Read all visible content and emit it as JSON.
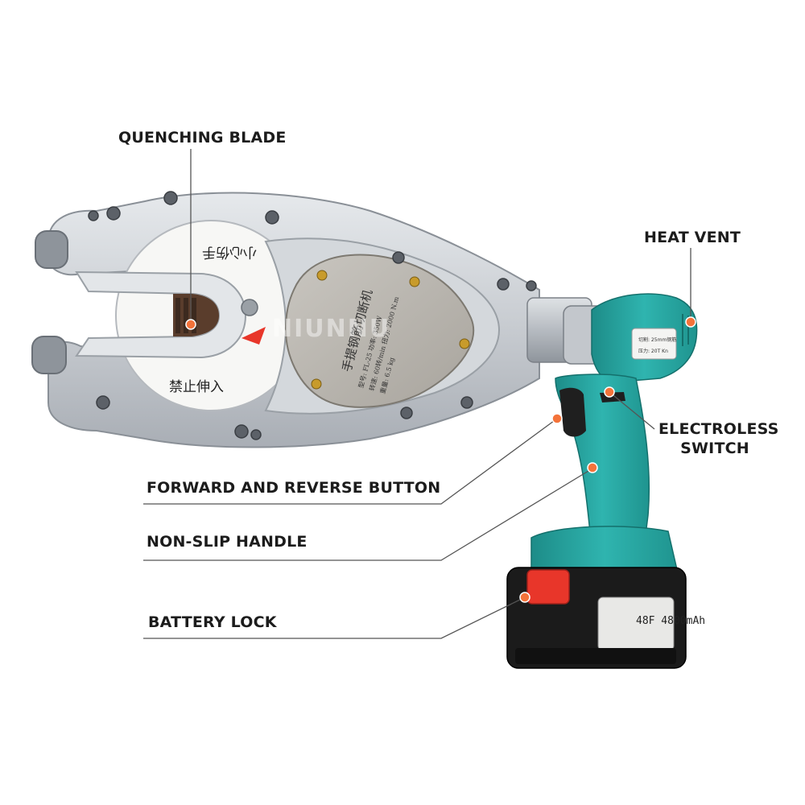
{
  "callouts": {
    "quenching_blade": "QUENCHING BLADE",
    "heat_vent": "HEAT VENT",
    "electroless_switch_line1": "ELECTROLESS",
    "electroless_switch_line2": "SWITCH",
    "forward_reverse": "FORWARD AND REVERSE BUTTON",
    "non_slip_handle": "NON-SLIP HANDLE",
    "battery_lock": "BATTERY LOCK"
  },
  "tool": {
    "battery_label": "48F 4800mAh",
    "warning_text_top": "小心伤手",
    "warning_text_bottom": "禁止伸入",
    "plate_title": "手提钢筋切断机",
    "plate_line1": "型号: FL-25  功率: 350W",
    "plate_line2": "转速: 60转/min  扭力: 2000 N.m",
    "plate_line3": "重量: 6.5 kg",
    "sticker_line1": "切割: 25mm钢筋",
    "sticker_line2": "压力: 20T  Kn",
    "watermark": "NIUNNU"
  },
  "colors": {
    "teal": "#2aa8a4",
    "teal_dark": "#1d8c88",
    "orange_dot": "#f4733a",
    "battery_black": "#1b1b1b",
    "lock_red": "#e8362a",
    "aluminum": "#cfd3d8"
  }
}
